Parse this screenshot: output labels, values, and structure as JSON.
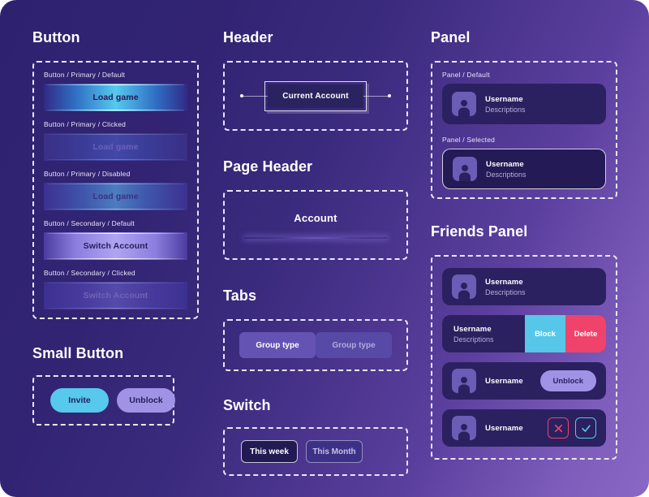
{
  "theme": {
    "bg_gradient_from": "#2e2270",
    "bg_gradient_to": "#8a68c4",
    "accent_cyan": "#56c7e8",
    "accent_pink": "#f0436b",
    "accent_violet": "#a093e5",
    "card_dark": "#2b2160"
  },
  "sections": {
    "button": {
      "title": "Button",
      "specs": [
        {
          "label": "Button / Primary / Default",
          "button_label": "Load game"
        },
        {
          "label": "Button / Primary / Clicked",
          "button_label": "Load game"
        },
        {
          "label": "Button / Primary / Disabled",
          "button_label": "Load game"
        },
        {
          "label": "Button / Secondary / Default",
          "button_label": "Switch Account"
        },
        {
          "label": "Button / Secondary / Clicked",
          "button_label": "Switch Account"
        }
      ]
    },
    "small_button": {
      "title": "Small Button",
      "buttons": [
        {
          "label": "Invite",
          "color": "#57c9ec"
        },
        {
          "label": "Unblock",
          "color": "#a093e5"
        }
      ]
    },
    "header": {
      "title": "Header",
      "chip_label": "Current Account"
    },
    "page_header": {
      "title": "Page Header",
      "heading": "Account"
    },
    "tabs": {
      "title": "Tabs",
      "items": [
        {
          "label": "Group type",
          "state": "active"
        },
        {
          "label": "Group type",
          "state": "inactive"
        }
      ]
    },
    "switch": {
      "title": "Switch",
      "options": [
        {
          "label": "This week",
          "state": "on"
        },
        {
          "label": "This Month",
          "state": "off"
        }
      ]
    },
    "panel": {
      "title": "Panel",
      "specs": [
        {
          "label": "Panel / Default",
          "username": "Username",
          "description": "Descriptions"
        },
        {
          "label": "Panel / Selected",
          "username": "Username",
          "description": "Descriptions"
        }
      ]
    },
    "friends_panel": {
      "title": "Friends Panel",
      "rows": [
        {
          "username": "Username",
          "description": "Descriptions",
          "variant": "plain"
        },
        {
          "username": "Username",
          "description": "Descriptions",
          "variant": "swipe-actions",
          "action_block": "Block",
          "action_delete": "Delete"
        },
        {
          "username": "Username",
          "variant": "unblock",
          "action_unblock": "Unblock"
        },
        {
          "username": "Username",
          "variant": "accept-reject"
        }
      ]
    }
  }
}
